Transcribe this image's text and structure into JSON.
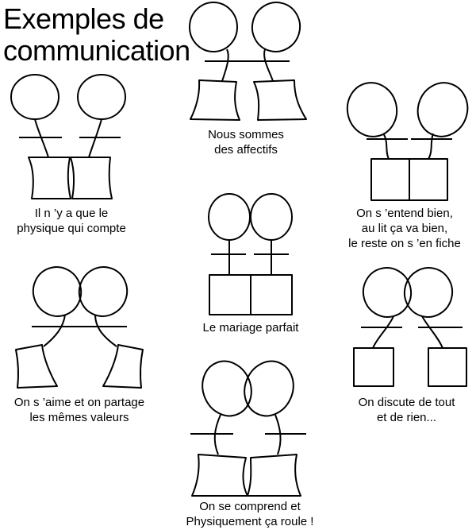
{
  "title": "Exemples de\ncommunication",
  "examples": [
    {
      "caption": "Nous sommes\ndes affectifs"
    },
    {
      "caption": "Il n ’y a que le\nphysique qui compte"
    },
    {
      "caption": "On s ’entend bien,\nau lit ça va bien,\nle reste on s ’en fiche"
    },
    {
      "caption": "Le mariage parfait"
    },
    {
      "caption": "On s ’aime et on partage\nles mêmes valeurs"
    },
    {
      "caption": "On discute de tout\net de rien..."
    },
    {
      "caption": "On se comprend et\nPhysiquement ça roule !"
    }
  ]
}
